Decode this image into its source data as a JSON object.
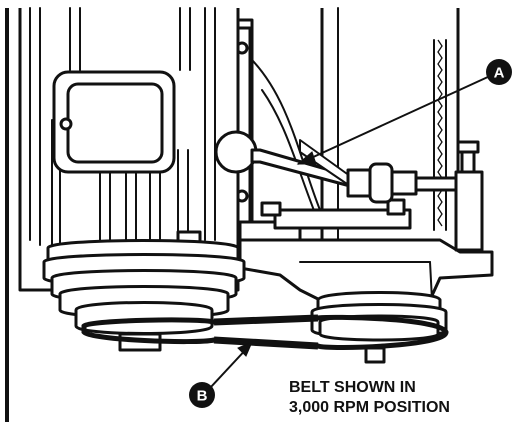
{
  "callouts": [
    {
      "letter": "A"
    },
    {
      "letter": "B"
    }
  ],
  "caption": {
    "line1": "BELT SHOWN IN",
    "line2": "3,000 RPM POSITION"
  }
}
